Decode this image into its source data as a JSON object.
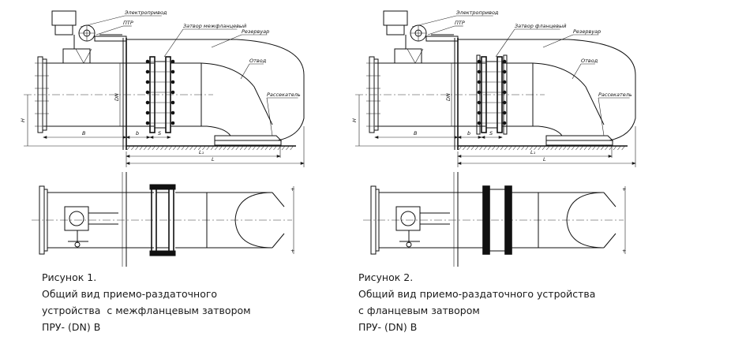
{
  "figures": [
    {
      "callouts": {
        "actuator": "Электропривод",
        "ptr": "ПТР",
        "valve": "Затвор межфланцевый",
        "tank": "Резервуар",
        "elbow": "Отвод",
        "spreader": "Рассекатель"
      },
      "dimensions": {
        "h": "H",
        "dn": "DN",
        "b_upper": "B",
        "b_lower": "b",
        "s": "S",
        "l1": "L₁",
        "l": "L"
      },
      "caption": {
        "line1": "Рисунок 1.",
        "line2": "Общий вид приемо-раздаточного",
        "line3": "устройства  с межфланцевым затвором",
        "line4": "ПРУ- (DN) В"
      }
    },
    {
      "callouts": {
        "actuator": "Электропривод",
        "ptr": "ПТР",
        "valve": "Затвор фланцевый",
        "tank": "Резервуар",
        "elbow": "Отвод",
        "spreader": "Рассекатель"
      },
      "dimensions": {
        "h": "H",
        "dn": "DN",
        "b_upper": "B",
        "b_lower": "b",
        "s": "S",
        "l1": "L₁",
        "l": "L"
      },
      "caption": {
        "line1": "Рисунок 2.",
        "line2": "Общий вид приемо-раздаточного устройства",
        "line3": "с фланцевым затвором",
        "line4": "ПРУ- (DN) В"
      }
    }
  ]
}
